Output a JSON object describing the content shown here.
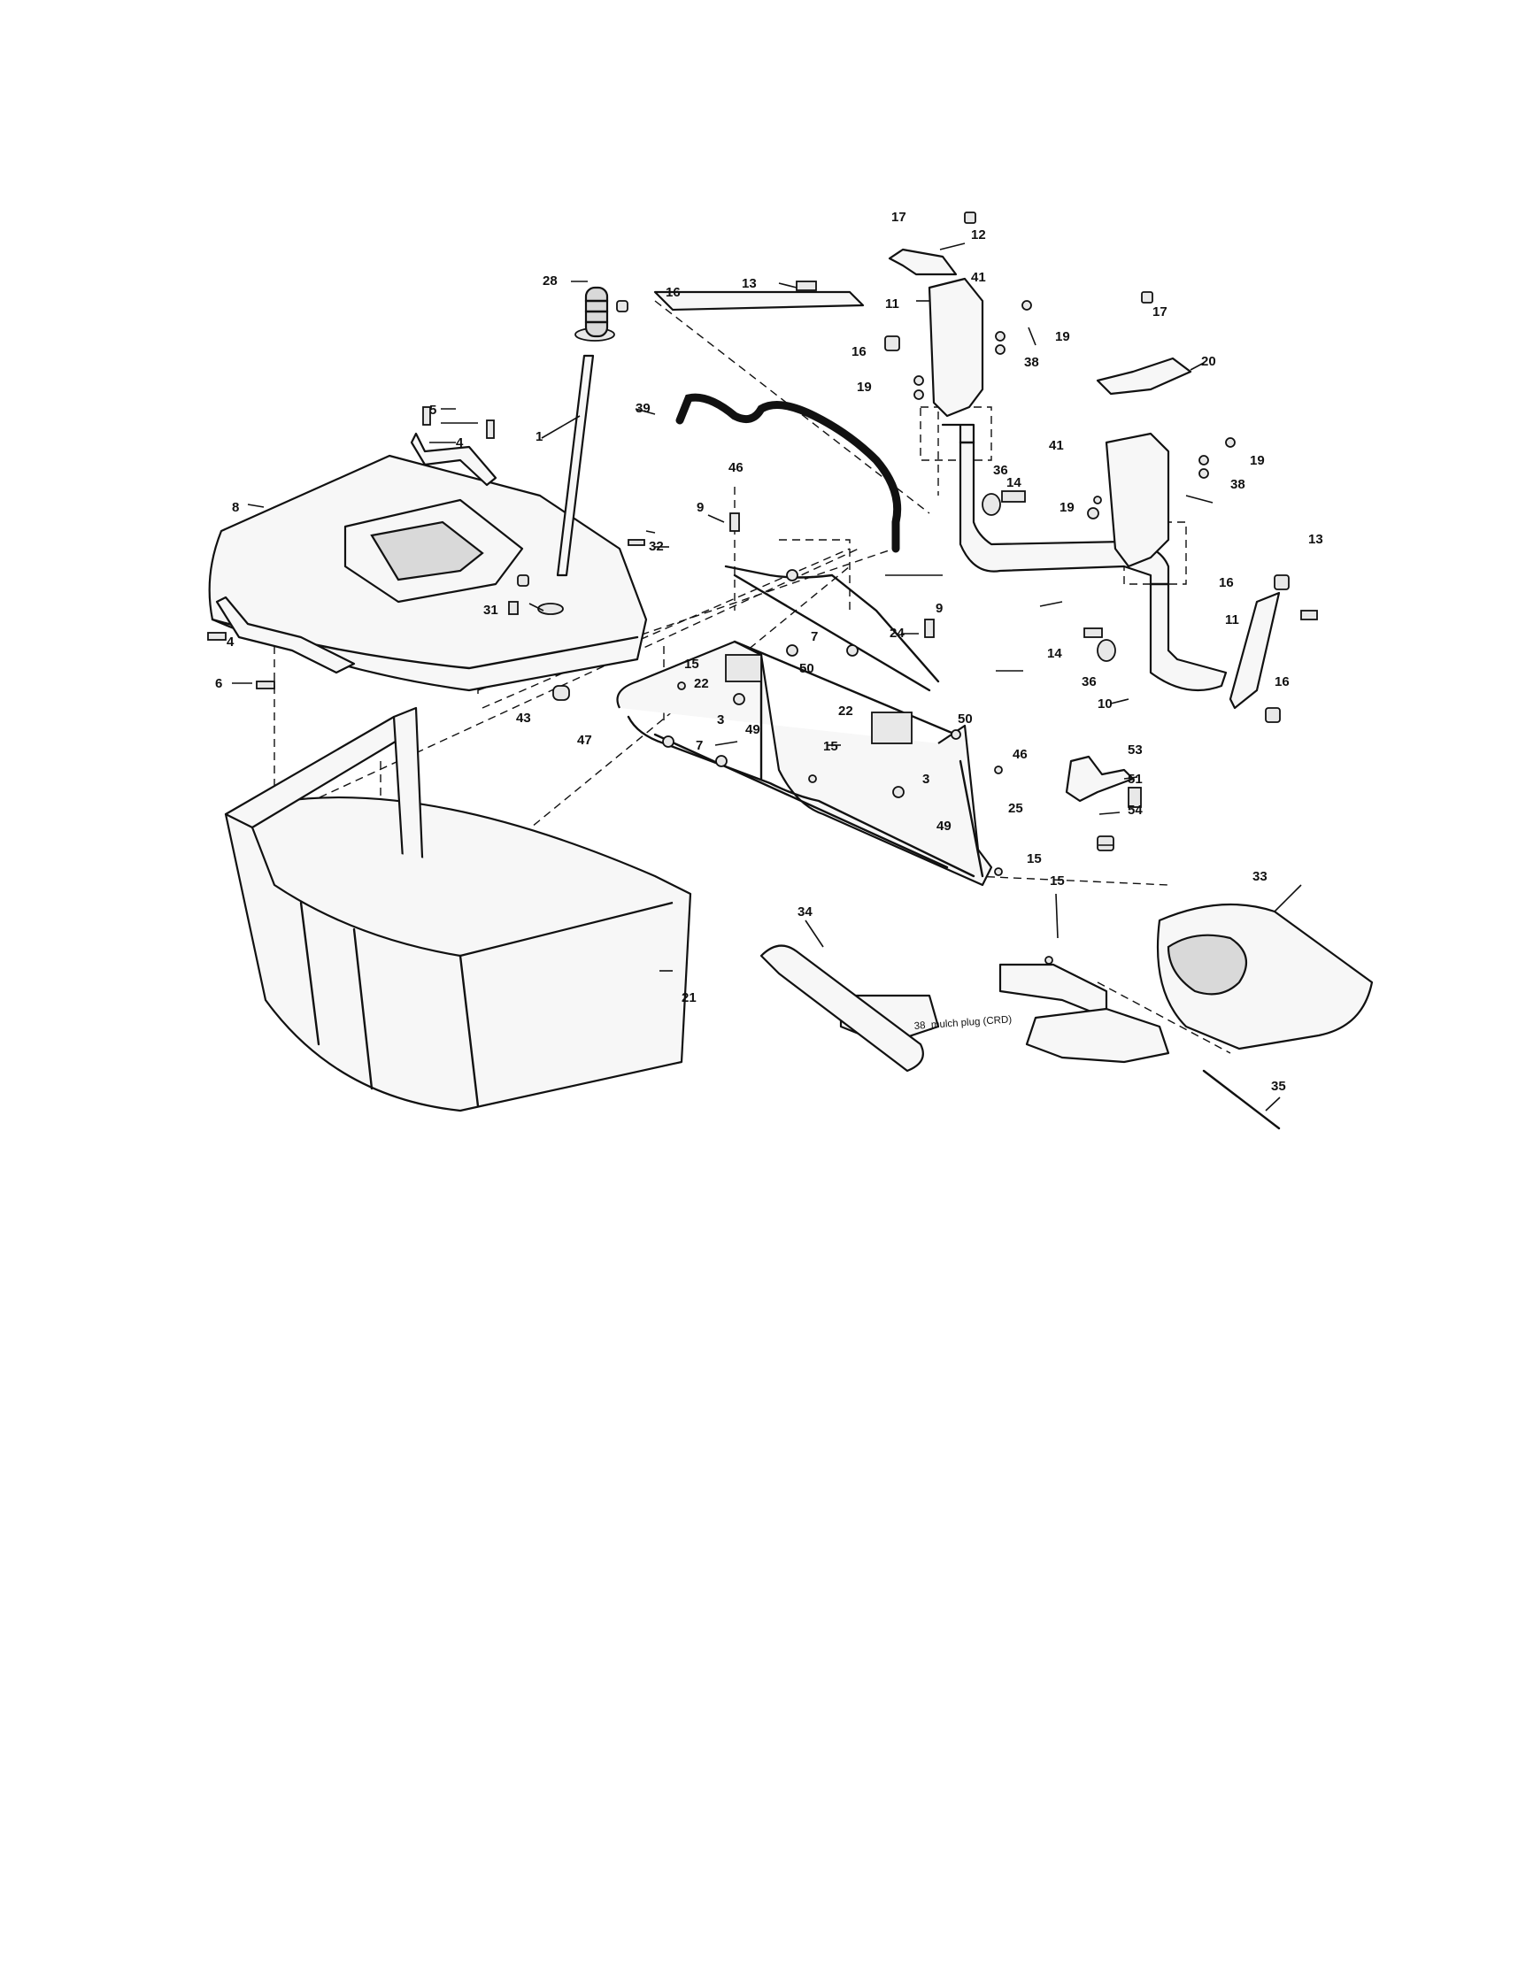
{
  "diagram": {
    "callouts": {
      "c1": "1",
      "c3a": "3",
      "c3b": "3",
      "c4a": "4",
      "c4b": "4",
      "c5": "5",
      "c6": "6",
      "c7a": "7",
      "c7b": "7",
      "c8": "8",
      "c9a": "9",
      "c9b": "9",
      "c10": "10",
      "c11a": "11",
      "c11b": "11",
      "c12": "12",
      "c13a": "13",
      "c13b": "13",
      "c14a": "14",
      "c14b": "14",
      "c15a": "15",
      "c15b": "15",
      "c15c": "15",
      "c15d": "15",
      "c16a": "16",
      "c16b": "16",
      "c16c": "16",
      "c16d": "16",
      "c17a": "17",
      "c17b": "17",
      "c19a": "19",
      "c19b": "19",
      "c19c": "19",
      "c19d": "19",
      "c20": "20",
      "c21": "21",
      "c22a": "22",
      "c22b": "22",
      "c24": "24",
      "c25": "25",
      "c28": "28",
      "c31": "31",
      "c32": "32",
      "c33": "33",
      "c34": "34",
      "c35": "35",
      "c36a": "36",
      "c36b": "36",
      "c38a": "38",
      "c38b": "38",
      "c39": "39",
      "c41a": "41",
      "c41b": "41",
      "c43": "43",
      "c46a": "46",
      "c46b": "46",
      "c47": "47",
      "c49a": "49",
      "c49b": "49",
      "c50a": "50",
      "c50b": "50",
      "c51": "51",
      "c53": "53",
      "c54": "54"
    },
    "mulch_plug_note": "38_mulch plug (CRD)"
  }
}
